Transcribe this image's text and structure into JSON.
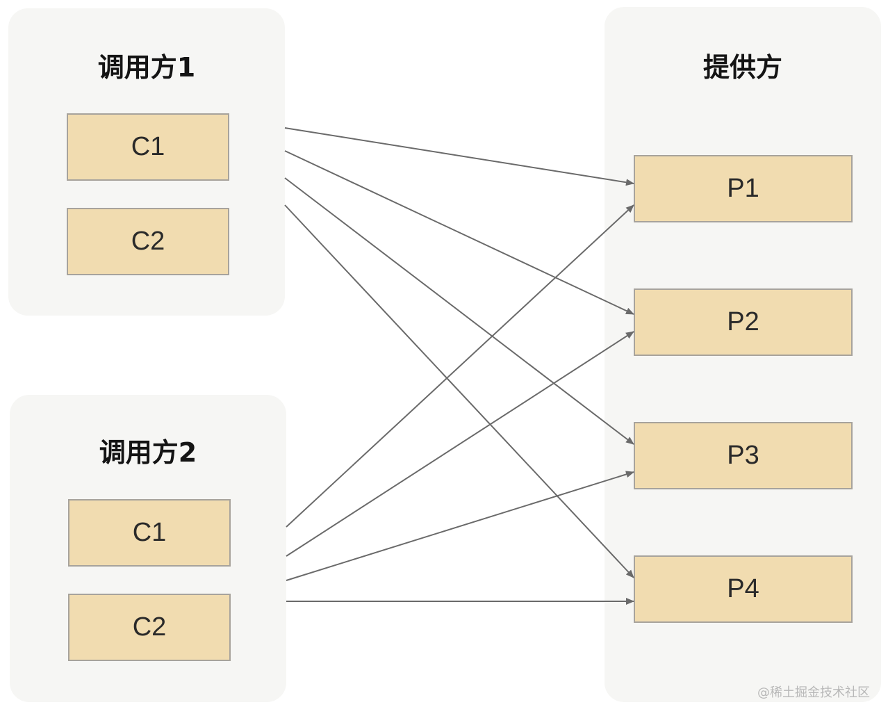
{
  "groups": {
    "caller_1": {
      "title": "调用方1",
      "nodes": [
        "C1",
        "C2"
      ]
    },
    "caller_2": {
      "title": "调用方2",
      "nodes": [
        "C1",
        "C2"
      ]
    },
    "provider": {
      "title": "提供方",
      "nodes": [
        "P1",
        "P2",
        "P3",
        "P4"
      ]
    }
  },
  "edges": [
    {
      "from": "调用方1",
      "to": "P1"
    },
    {
      "from": "调用方1",
      "to": "P2"
    },
    {
      "from": "调用方1",
      "to": "P3"
    },
    {
      "from": "调用方1",
      "to": "P4"
    },
    {
      "from": "调用方2",
      "to": "P1"
    },
    {
      "from": "调用方2",
      "to": "P2"
    },
    {
      "from": "调用方2",
      "to": "P3"
    },
    {
      "from": "调用方2",
      "to": "P4"
    }
  ],
  "colors": {
    "node_fill": "#f1dcb0",
    "node_border": "#a7a39c",
    "panel_background": "#f6f6f4",
    "edge": "#6a6a6a"
  },
  "watermark": "@稀土掘金技术社区"
}
